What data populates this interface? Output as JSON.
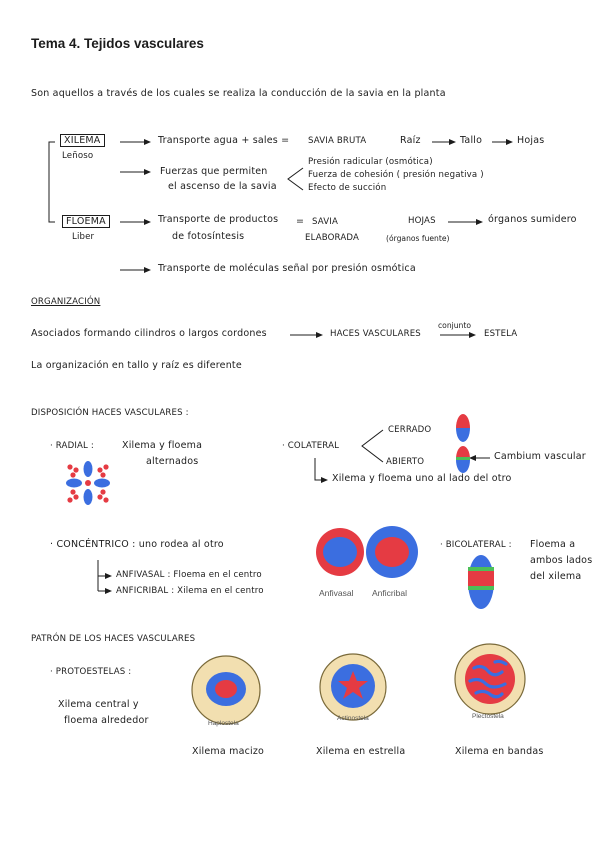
{
  "title": "Tema 4. Tejidos vasculares",
  "intro": "Son aquellos a través de los cuales se realiza la conducción de la savia en la planta",
  "xilema": {
    "label": "XILEMA",
    "sublabel": "Leñoso",
    "transport": "Transporte agua + sales =",
    "savia": "SAVIA BRUTA",
    "route": [
      "Raíz",
      "Tallo",
      "Hojas"
    ],
    "forces": [
      "Fuerzas que permiten",
      "el ascenso de la savia"
    ],
    "force_items": [
      "Presión radicular (osmótica)",
      "Fuerza de cohesión ( presión negativa )",
      "Efecto de succión"
    ]
  },
  "floema": {
    "label": "FLOEMA",
    "sublabel": "Liber",
    "transport": [
      "Transporte de productos",
      "de fotosíntesis"
    ],
    "equals": "=",
    "savia": [
      "SAVIA",
      "ELABORADA"
    ],
    "route_from": "HOJAS",
    "route_from_note": "(órganos fuente)",
    "route_to": "órganos sumidero",
    "signal": "Transporte de moléculas señal por presión osmótica"
  },
  "organizacion": {
    "heading": "ORGANIZACIÓN",
    "line1": "Asociados formando cilindros o largos cordones",
    "haces": "HACES VASCULARES",
    "conjunto": "conjunto",
    "estela": "ESTELA",
    "line2": "La organización en tallo y raíz es diferente"
  },
  "disposicion": {
    "heading": "DISPOSICIÓN HACES VASCULARES :",
    "radial_label": "· RADIAL :",
    "radial_desc": [
      "Xilema y floema",
      "alternados"
    ],
    "colateral_label": "· COLATERAL",
    "cerrado": "CERRADO",
    "abierto": "ABIERTO",
    "cambium": "Cambium vascular",
    "colateral_note": "Xilema y floema uno al lado del otro",
    "concentrico_label": "· CONCÉNTRICO : uno rodea al otro",
    "anfivasal": "ANFIVASAL : Floema en el centro",
    "anficribal": "ANFICRIBAL : Xilema en el centro",
    "cap_anfivasal": "Anfivasal",
    "cap_anficribal": "Anficribal",
    "bicolateral_label": "· BICOLATERAL :",
    "bicolateral_desc": [
      "Floema a",
      "ambos lados",
      "del xilema"
    ]
  },
  "patron": {
    "heading": "PATRÓN DE LOS HACES VASCULARES",
    "protoestelas": "· PROTOESTELAS :",
    "desc": [
      "Xilema central y",
      "floema alrededor"
    ],
    "types": [
      {
        "caption": "Haplostela",
        "label": "Xilema macizo"
      },
      {
        "caption": "Actinostela",
        "label": "Xilema en estrella"
      },
      {
        "caption": "Plectostela",
        "label": "Xilema en bandas"
      }
    ]
  },
  "colors": {
    "xylem": "#e53b43",
    "phloem": "#3b6ee0",
    "cortex": "#f2dfb0",
    "cortex_border": "#7a6a3a",
    "cambium": "#4cbf58"
  }
}
